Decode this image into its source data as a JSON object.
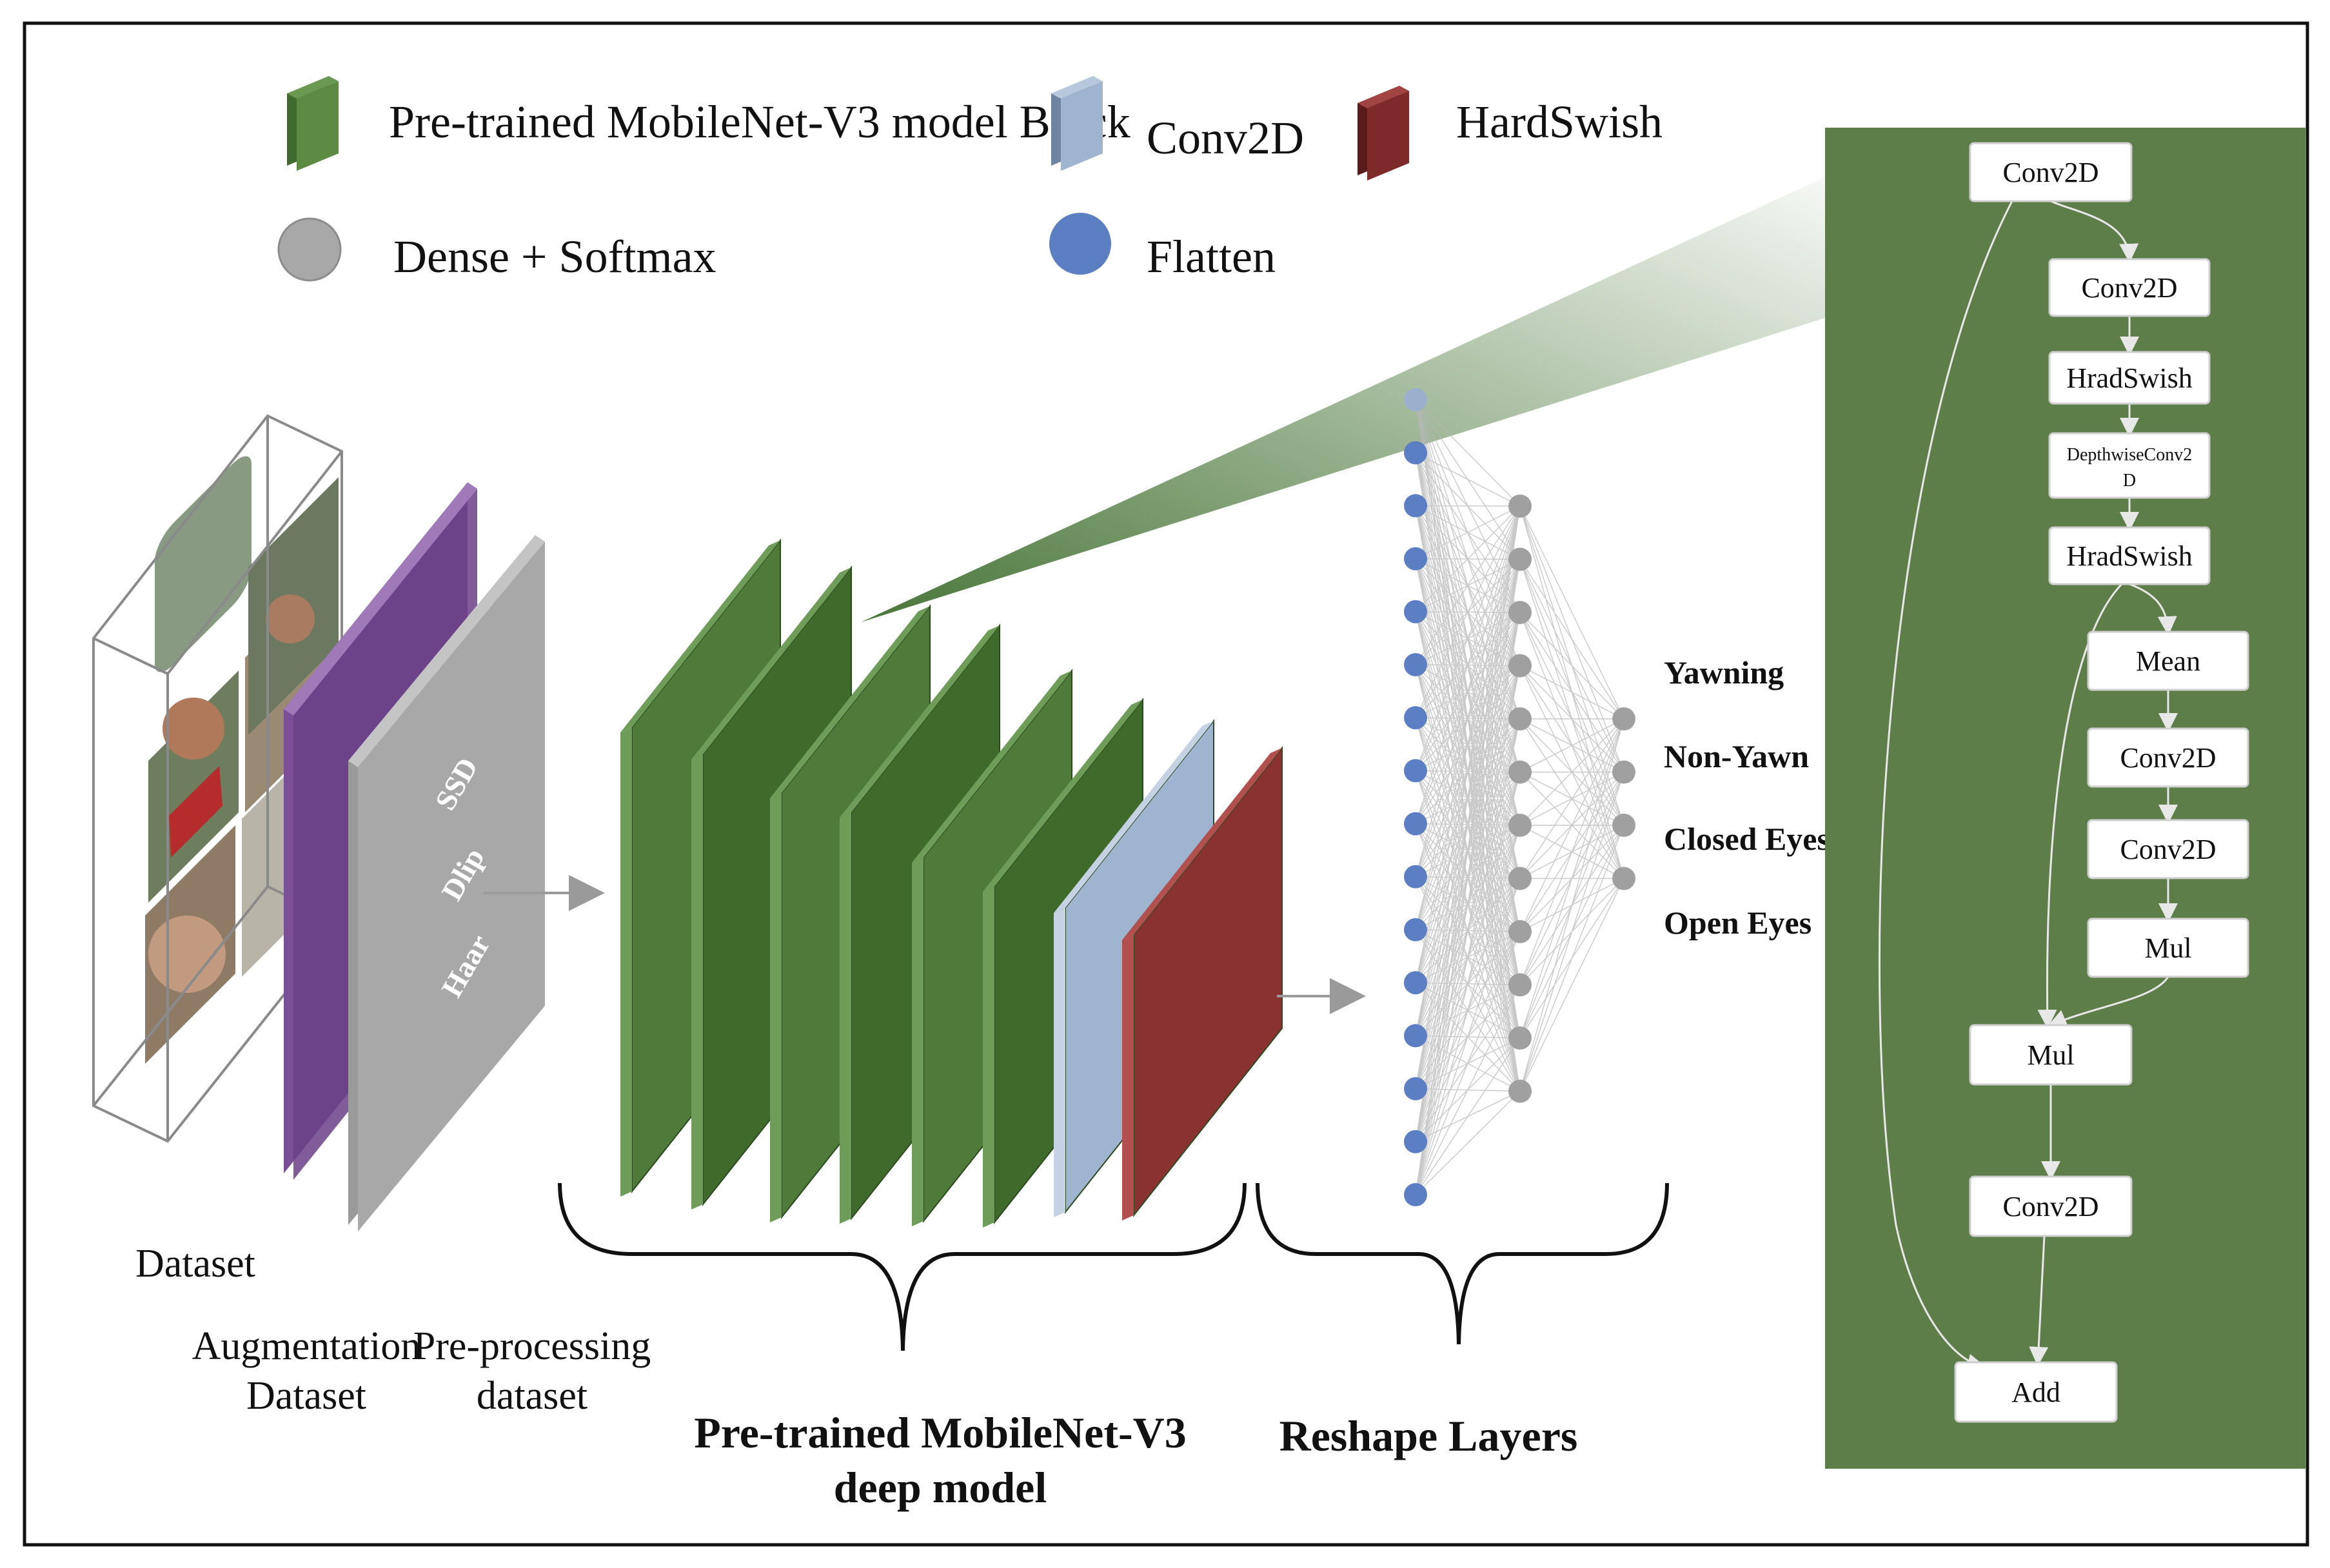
{
  "legend": [
    {
      "label": "Pre-trained MobileNet-V3 model Block",
      "color": "#4f7a3a",
      "icon": "green-block-icon"
    },
    {
      "label": "Conv2D",
      "color": "#8fa6c4",
      "icon": "blue-block-icon"
    },
    {
      "label": "HardSwish",
      "color": "#7e2a2a",
      "icon": "red-block-icon"
    },
    {
      "label": "Dense + Softmax",
      "color": "#a0a0a0",
      "icon": "gray-circle-icon"
    },
    {
      "label": "Flatten",
      "color": "#5b7fc2",
      "icon": "blue-circle-icon"
    }
  ],
  "stages": {
    "dataset": "Dataset",
    "augmentation": [
      "Augmentation",
      "Dataset"
    ],
    "preprocessing": [
      "Pre-processing",
      "dataset"
    ],
    "preprocess_methods": [
      "SSD",
      "Dlip",
      "Haar"
    ],
    "model": [
      "Pre-trained MobileNet-V3",
      "deep model"
    ],
    "reshape": "Reshape Layers"
  },
  "outputs": [
    "Yawning",
    "Non-Yawn",
    "Closed Eyes",
    "Open Eyes"
  ],
  "block_detail": {
    "nodes": [
      "Conv2D",
      "Conv2D",
      "HradSwish",
      "DepthwiseConv2",
      "D",
      "HradSwish",
      "Mean",
      "Conv2D",
      "Conv2D",
      "Mul",
      "Mul",
      "Conv2D",
      "Add"
    ]
  },
  "colors": {
    "green": "#4f7a3a",
    "panel": "#5d7d49",
    "purple": "#7a4f96",
    "gray": "#a8a8a8",
    "blue": "#9fb4ce",
    "red": "#7e2a2a"
  }
}
